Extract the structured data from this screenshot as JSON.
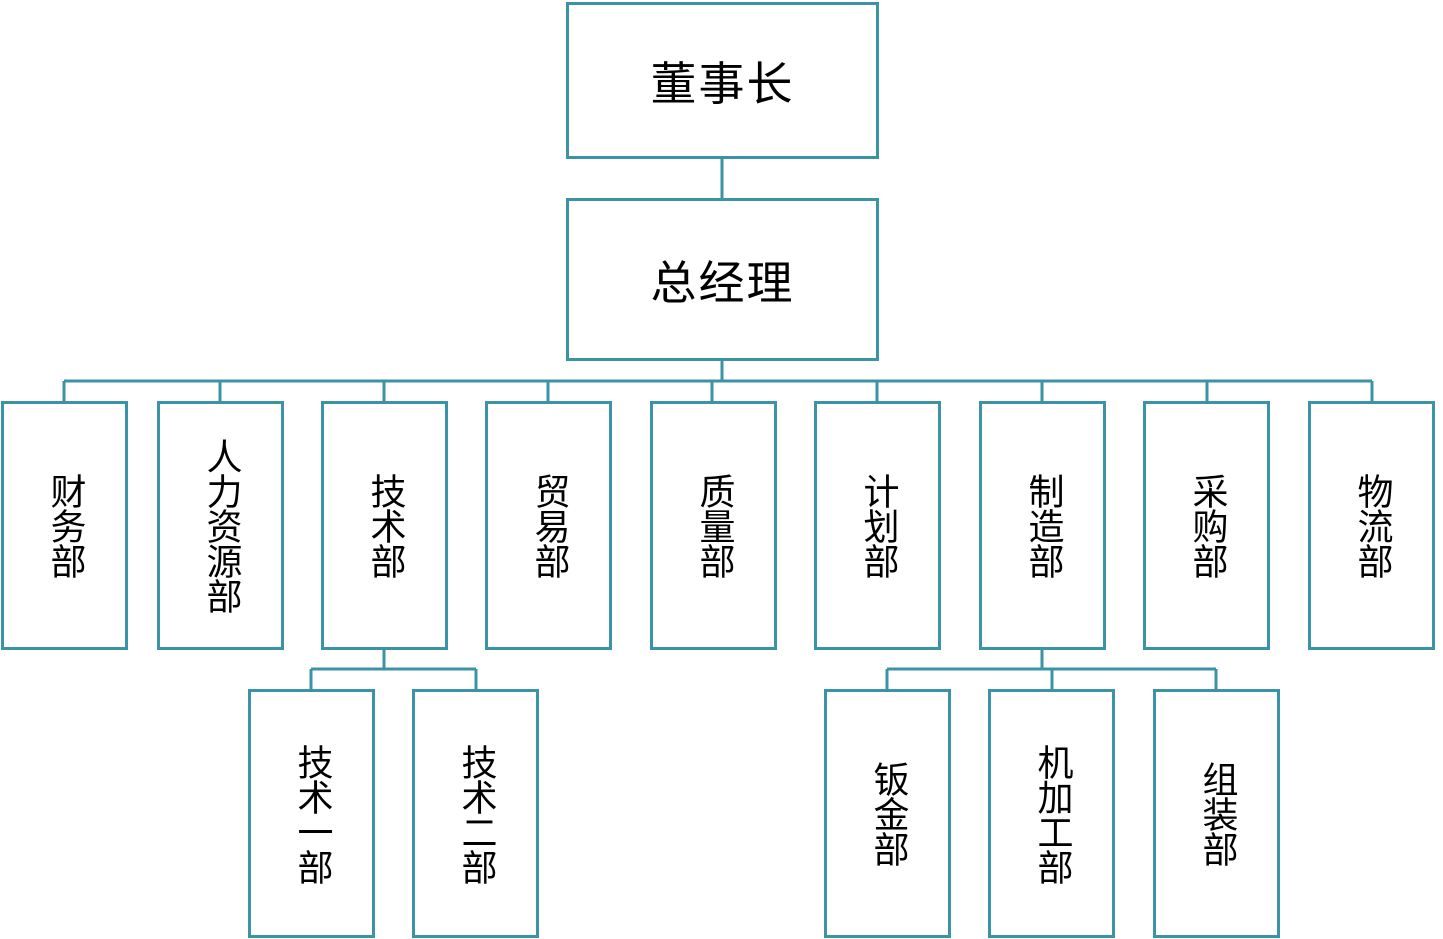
{
  "colors": {
    "border": "#3a93a6",
    "connector": "#3a93a6",
    "text": "#000000",
    "background": "#ffffff"
  },
  "chairman": {
    "label": "董事长"
  },
  "general_manager": {
    "label": "总经理"
  },
  "departments": [
    {
      "label": "财务部"
    },
    {
      "label": "人力资源部"
    },
    {
      "label": "技术部"
    },
    {
      "label": "贸易部"
    },
    {
      "label": "质量部"
    },
    {
      "label": "计划部"
    },
    {
      "label": "制造部"
    },
    {
      "label": "采购部"
    },
    {
      "label": "物流部"
    }
  ],
  "tech_subunits": [
    {
      "label": "技术一部"
    },
    {
      "label": "技术二部"
    }
  ],
  "manufacturing_subunits": [
    {
      "label": "钣金部"
    },
    {
      "label": "机加工部"
    },
    {
      "label": "组装部"
    }
  ]
}
